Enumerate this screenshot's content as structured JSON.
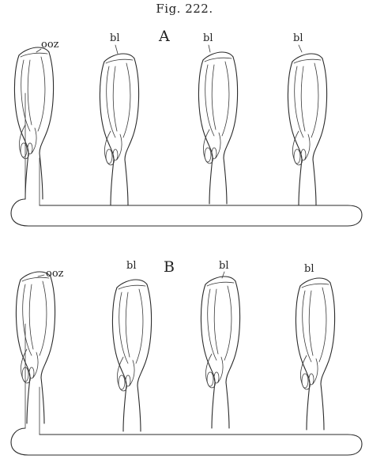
{
  "figure": {
    "title": "Fig. 222.",
    "panels": [
      {
        "id": "A",
        "label": "A",
        "zooid_labels": [
          "ooz",
          "bl",
          "bl",
          "bl"
        ]
      },
      {
        "id": "B",
        "label": "B",
        "zooid_labels": [
          "ooz",
          "bl",
          "bl",
          "bl"
        ]
      }
    ]
  }
}
